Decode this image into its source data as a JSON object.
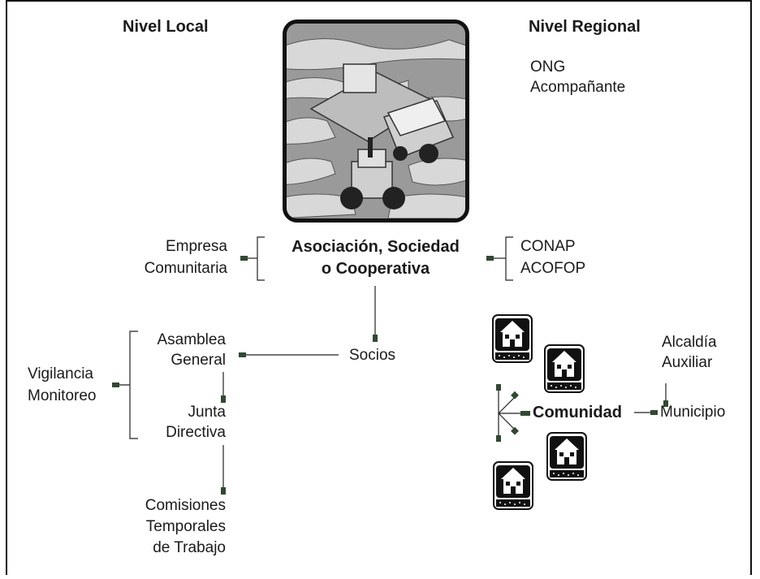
{
  "headers": {
    "local": "Nivel Local",
    "regional": "Nivel Regional"
  },
  "regional_ngo": [
    "ONG",
    "Acompañante"
  ],
  "center": [
    "Asociación, Sociedad",
    "o Cooperativa"
  ],
  "left_top": [
    "Empresa",
    "Comunitaria"
  ],
  "right_top": [
    "CONAP",
    "ACOFOP"
  ],
  "socios": "Socios",
  "asamblea": [
    "Asamblea",
    "General"
  ],
  "junta": [
    "Junta",
    "Directiva"
  ],
  "comisiones": [
    "Comisiones",
    "Temporales",
    "de Trabajo"
  ],
  "vigilancia": [
    "Vigilancia",
    "Monitoreo"
  ],
  "comunidad": "Comunidad",
  "municipio": "Municipio",
  "alcaldia": [
    "Alcaldía",
    "Auxiliar"
  ],
  "icons": {
    "photo": "farm-machinery-photo",
    "house": "house-icon"
  },
  "colors": {
    "connector": "#2f4a2f",
    "line": "#222222"
  }
}
